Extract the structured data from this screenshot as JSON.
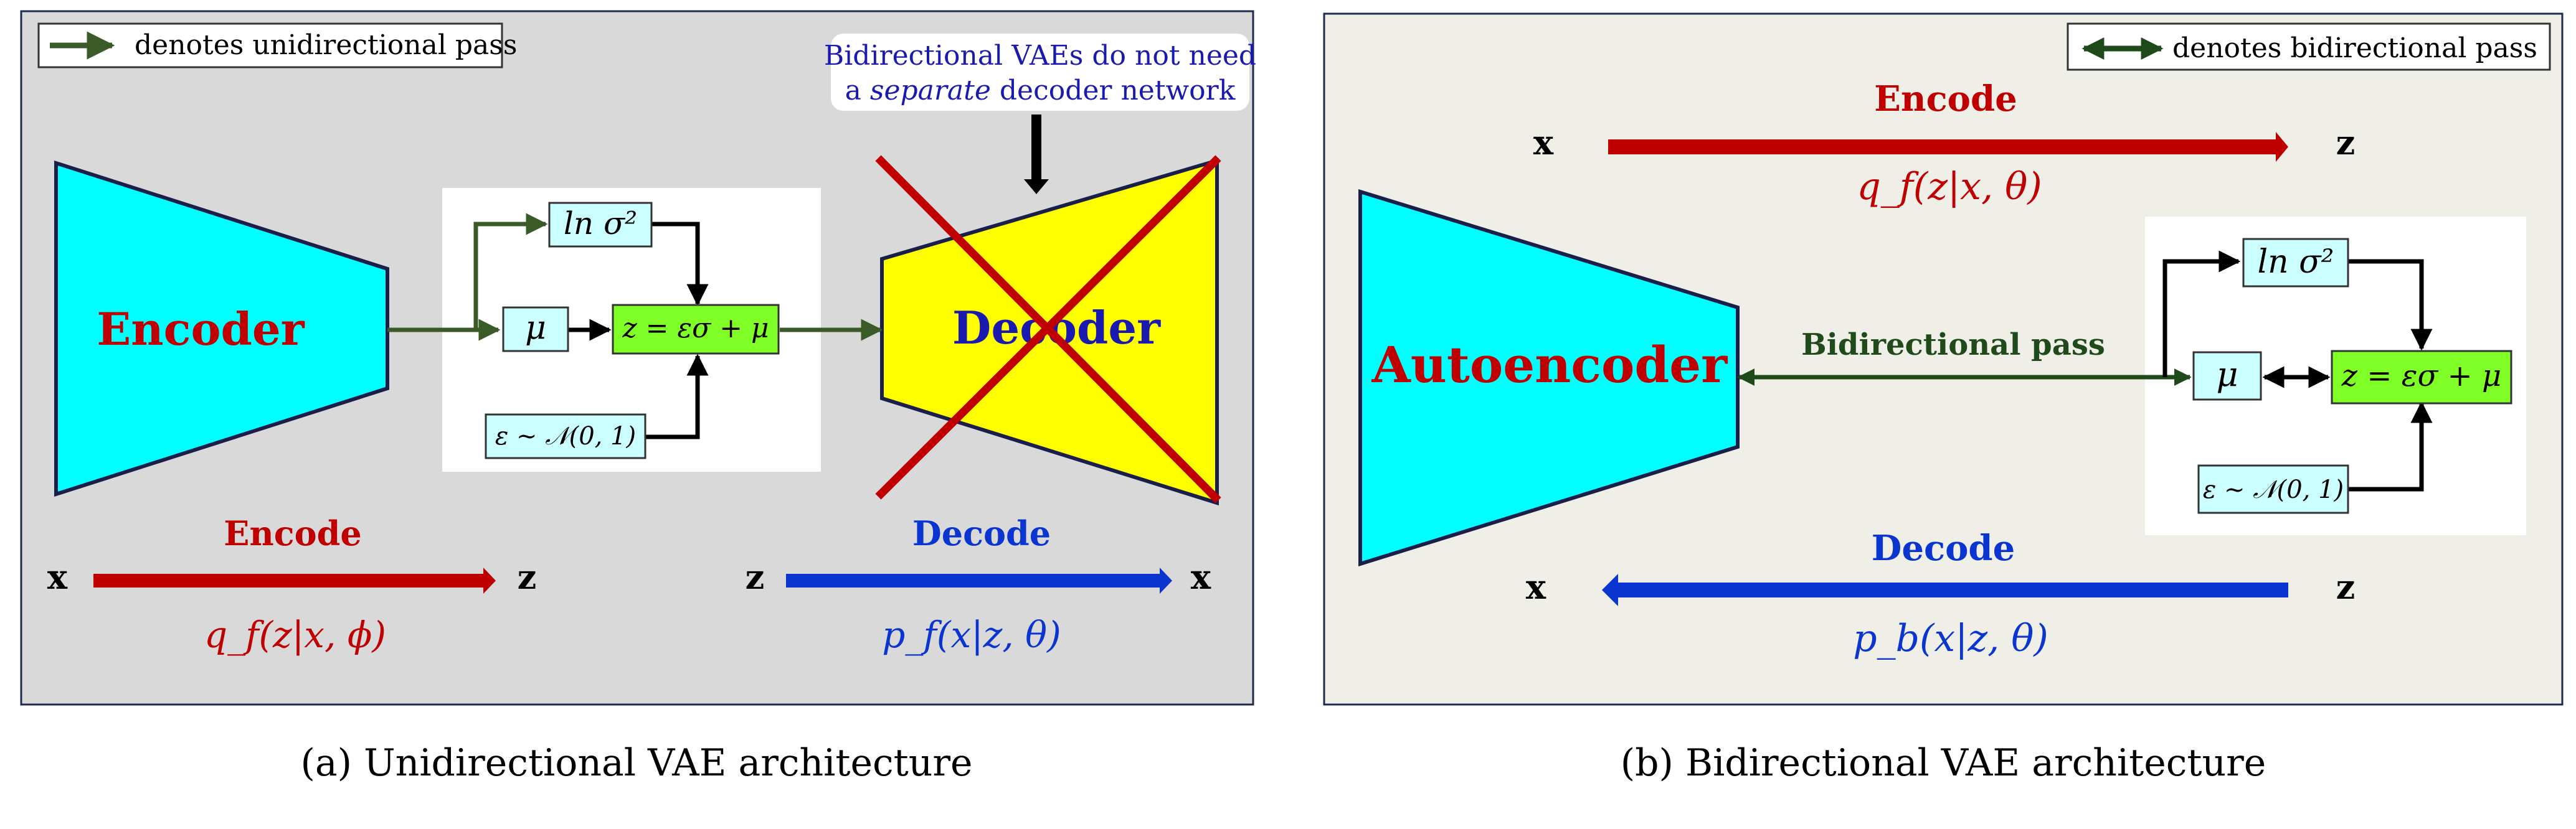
{
  "panel_a": {
    "legend": "denotes unidirectional pass",
    "callout_line1": "Bidirectional VAEs do not need",
    "callout_line2_pre": "a",
    "callout_line2_em": "separate",
    "callout_line2_post": "decoder network",
    "encoder_label": "Encoder",
    "decoder_label": "Decoder",
    "log_var": "ln σ²",
    "mu": "μ",
    "z_eq": "z = εσ + μ",
    "eps": "ε ~ 𝒩(0, 1)",
    "encode_label": "Encode",
    "encode_from": "x",
    "encode_to": "z",
    "encode_expr": "q_f(z|x, ϕ)",
    "decode_label": "Decode",
    "decode_from": "z",
    "decode_to": "x",
    "decode_expr": "p_f(x|z, θ)",
    "caption": "(a) Unidirectional VAE architecture"
  },
  "panel_b": {
    "legend": "denotes bidirectional pass",
    "encode_label": "Encode",
    "encode_from": "x",
    "encode_to": "z",
    "encode_expr": "q_f(z|x, θ)",
    "autoencoder_label": "Autoencoder",
    "bidir_label": "Bidirectional pass",
    "log_var": "ln σ²",
    "mu": "μ",
    "z_eq": "z = εσ + μ",
    "eps": "ε ~ 𝒩(0, 1)",
    "decode_label": "Decode",
    "decode_from": "z",
    "decode_to": "x",
    "decode_expr": "p_b(x|z, θ)",
    "caption": "(b) Bidirectional VAE architecture"
  },
  "colors": {
    "panel_a_bg": "#d9d9d9",
    "panel_b_bg": "#efefe8",
    "frame": "#1f2a4f",
    "cyan": "#00ffff",
    "yellow": "#ffff00",
    "green_box": "#80ff26",
    "light_cyan_box": "#ccffff",
    "red": "#c00000",
    "blue": "#0a35d0",
    "dark_green": "#3a5a28",
    "navy_text": "#1a1ab0"
  }
}
